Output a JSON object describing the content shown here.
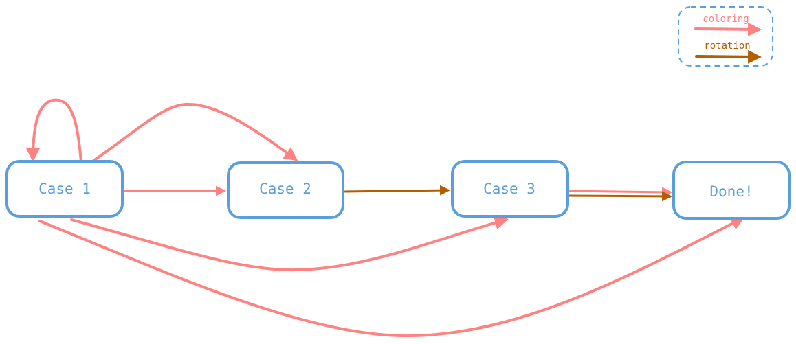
{
  "diagram": {
    "colors": {
      "node_stroke": "#5a9fdc",
      "coloring": "#ff8282",
      "rotation": "#b35f00",
      "legend_border": "#5a9fdc"
    },
    "nodes": [
      {
        "id": "case1",
        "label": "Case 1"
      },
      {
        "id": "case2",
        "label": "Case 2"
      },
      {
        "id": "case3",
        "label": "Case 3"
      },
      {
        "id": "done",
        "label": "Done!"
      }
    ],
    "edges": [
      {
        "from": "case1",
        "to": "case1",
        "type": "coloring"
      },
      {
        "from": "case1",
        "to": "case2",
        "type": "coloring",
        "route": "arc-above"
      },
      {
        "from": "case1",
        "to": "case2",
        "type": "coloring",
        "route": "straight"
      },
      {
        "from": "case2",
        "to": "case3",
        "type": "rotation"
      },
      {
        "from": "case3",
        "to": "done",
        "type": "coloring"
      },
      {
        "from": "case3",
        "to": "done",
        "type": "rotation"
      },
      {
        "from": "case1",
        "to": "case3",
        "type": "coloring",
        "route": "arc-below"
      },
      {
        "from": "case1",
        "to": "done",
        "type": "coloring",
        "route": "arc-below"
      }
    ],
    "legend": {
      "items": [
        {
          "label": "coloring",
          "type": "coloring"
        },
        {
          "label": "rotation",
          "type": "rotation"
        }
      ]
    }
  }
}
